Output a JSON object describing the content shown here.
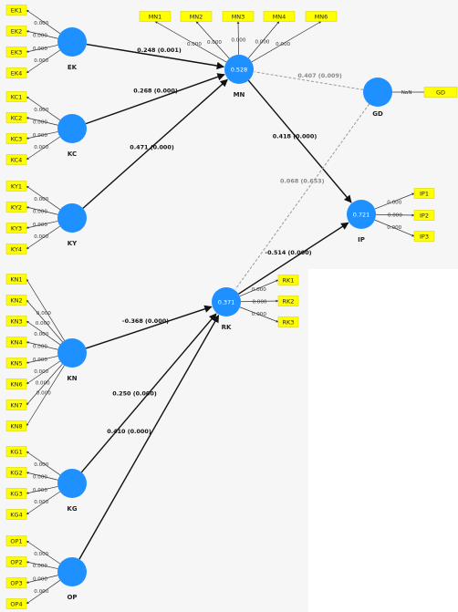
{
  "constructs": {
    "EK": {
      "label": "EK",
      "r2": ""
    },
    "KC": {
      "label": "KC",
      "r2": ""
    },
    "KY": {
      "label": "KY",
      "r2": ""
    },
    "MN": {
      "label": "MN",
      "r2": "0.528"
    },
    "GD": {
      "label": "GD",
      "r2": ""
    },
    "IP": {
      "label": "IP",
      "r2": "0.721"
    },
    "RK": {
      "label": "RK",
      "r2": "0.371"
    },
    "KN": {
      "label": "KN",
      "r2": ""
    },
    "KG": {
      "label": "KG",
      "r2": ""
    },
    "OP": {
      "label": "OP",
      "r2": ""
    }
  },
  "indicators": {
    "EK": {
      "labels": [
        "EK1",
        "EK2",
        "EK3",
        "EK4"
      ],
      "loadings": [
        "0.000",
        "0.000",
        "0.000",
        "0.000"
      ]
    },
    "KC": {
      "labels": [
        "KC1",
        "KC2",
        "KC3",
        "KC4"
      ],
      "loadings": [
        "0.000",
        "0.000",
        "0.000",
        "0.000"
      ]
    },
    "KY": {
      "labels": [
        "KY1",
        "KY2",
        "KY3",
        "KY4"
      ],
      "loadings": [
        "0.000",
        "0.000",
        "0.000",
        "0.000"
      ]
    },
    "MN": {
      "labels": [
        "MN1",
        "MN2",
        "MN3",
        "MN4",
        "MN6"
      ],
      "loadings": [
        "0.000",
        "0.000",
        "0.000",
        "0.000",
        "0.000"
      ]
    },
    "GD": {
      "labels": [
        "GD"
      ],
      "loadings": [
        "NaN"
      ]
    },
    "IP": {
      "labels": [
        "IP1",
        "IP2",
        "IP3"
      ],
      "loadings": [
        "0.000",
        "0.000",
        "0.000"
      ]
    },
    "RK": {
      "labels": [
        "RK1",
        "RK2",
        "RK3"
      ],
      "loadings": [
        "0.000",
        "0.000",
        "0.000"
      ]
    },
    "KN": {
      "labels": [
        "KN1",
        "KN2",
        "KN3",
        "KN4",
        "KN5",
        "KN6",
        "KN7",
        "KN8"
      ],
      "loadings": [
        "0.000",
        "0.000",
        "0.000",
        "0.000",
        "0.000",
        "0.000",
        "0.000",
        "0.000"
      ]
    },
    "KG": {
      "labels": [
        "KG1",
        "KG2",
        "KG3",
        "KG4"
      ],
      "loadings": [
        "0.000",
        "0.000",
        "0.000",
        "0.000"
      ]
    },
    "OP": {
      "labels": [
        "OP1",
        "OP2",
        "OP3",
        "OP4"
      ],
      "loadings": [
        "0.000",
        "0.000",
        "0.000",
        "0.000"
      ]
    }
  },
  "paths": [
    {
      "from": "EK",
      "to": "MN",
      "label": "0.248 (0.001)",
      "style": "solid"
    },
    {
      "from": "KC",
      "to": "MN",
      "label": "0.268 (0.000)",
      "style": "solid"
    },
    {
      "from": "KY",
      "to": "MN",
      "label": "0.471 (0.000)",
      "style": "solid"
    },
    {
      "from": "MN",
      "to": "IP",
      "label": "0.418 (0.000)",
      "style": "solid"
    },
    {
      "from": "RK",
      "to": "IP",
      "label": "-0.514 (0.000)",
      "style": "solid"
    },
    {
      "from": "KN",
      "to": "RK",
      "label": "-0.368 (0.000)",
      "style": "solid"
    },
    {
      "from": "KG",
      "to": "RK",
      "label": "0.250 (0.000)",
      "style": "solid"
    },
    {
      "from": "OP",
      "to": "RK",
      "label": "0.410 (0.000)",
      "style": "solid"
    },
    {
      "from": "GD",
      "to": "MN",
      "label": "0.407 (0.009)",
      "style": "dashed"
    },
    {
      "from": "GD",
      "to": "RK",
      "label": "0.068 (0.653)",
      "style": "dashed"
    }
  ],
  "colors": {
    "construct": "#1e90ff",
    "indicator": "#ffff00",
    "background": "#f6f6f6"
  }
}
